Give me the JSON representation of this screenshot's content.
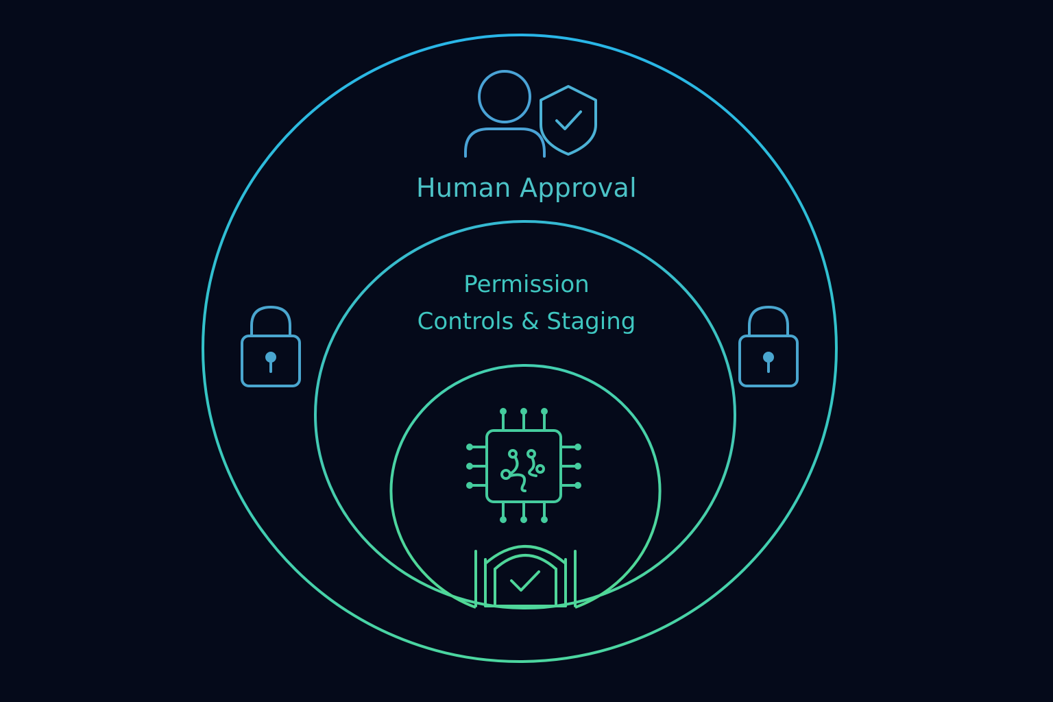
{
  "diagram": {
    "rings": [
      {
        "layer": "outer",
        "label": "Human Approval"
      },
      {
        "layer": "middle",
        "label_lines": [
          "Permission",
          "Controls & Staging"
        ]
      },
      {
        "layer": "inner",
        "label": ""
      }
    ],
    "icons": {
      "top": [
        "user-icon",
        "shield-check-icon"
      ],
      "sides": [
        "padlock-icon",
        "padlock-icon"
      ],
      "center": "ai-chip-icon",
      "gate": "gate-check-icon"
    },
    "colors": {
      "background": "#050a1a",
      "blue": "#29b6e8",
      "teal": "#35c9b8",
      "green": "#4fd69a",
      "text_top": "#4cc3c7",
      "text_mid": "#3fc6c0"
    }
  }
}
